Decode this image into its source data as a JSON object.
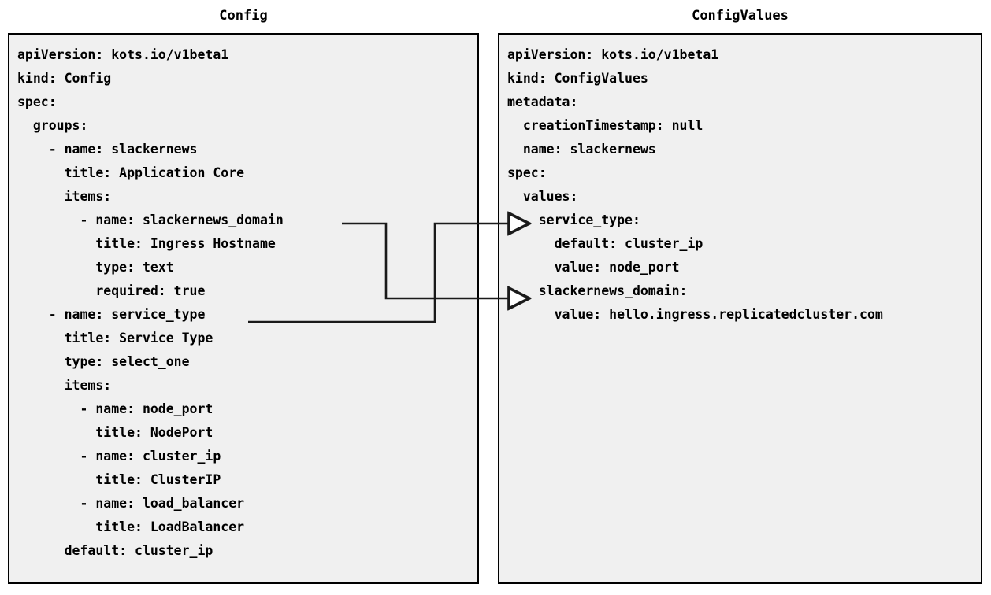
{
  "panels": {
    "config": {
      "title": "Config",
      "lines": [
        "apiVersion: kots.io/v1beta1",
        "kind: Config",
        "spec:",
        "  groups:",
        "    - name: slackernews",
        "      title: Application Core",
        "      items:",
        "        - name: slackernews_domain",
        "          title: Ingress Hostname",
        "          type: text",
        "          required: true",
        "    - name: service_type",
        "      title: Service Type",
        "      type: select_one",
        "      items:",
        "        - name: node_port",
        "          title: NodePort",
        "        - name: cluster_ip",
        "          title: ClusterIP",
        "        - name: load_balancer",
        "          title: LoadBalancer",
        "      default: cluster_ip"
      ]
    },
    "values": {
      "title": "ConfigValues",
      "lines": [
        "apiVersion: kots.io/v1beta1",
        "kind: ConfigValues",
        "metadata:",
        "  creationTimestamp: null",
        "  name: slackernews",
        "spec:",
        "  values:",
        "    service_type:",
        "      default: cluster_ip",
        "      value: node_port",
        "    slackernews_domain:",
        "      value: hello.ingress.replicatedcluster.com"
      ]
    }
  },
  "connectors": [
    {
      "name": "slackernews-domain-link",
      "from_label": "slackernews_domain",
      "to_label": "slackernews_domain:"
    },
    {
      "name": "service-type-link",
      "from_label": "service_type",
      "to_label": "service_type:"
    }
  ],
  "colors": {
    "panel_background": "#f0f0f0",
    "panel_border": "#000000",
    "text": "#000000",
    "connector": "#1a1a1a",
    "page_background": "#ffffff"
  }
}
